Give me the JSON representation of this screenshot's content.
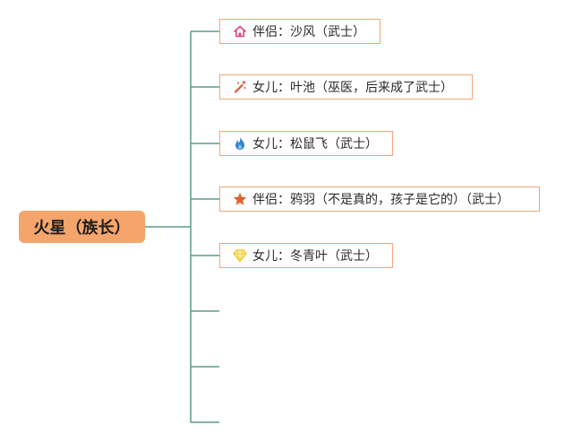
{
  "root": {
    "label": "火星（族长）"
  },
  "children": [
    {
      "label": "伴侣：沙风（武士）",
      "icon": "house-icon",
      "icon_color": "#e0457b"
    },
    {
      "label": "女儿：叶池（巫医，后来成了武士）",
      "icon": "magic-wand-icon",
      "icon_color": "#e0553a"
    },
    {
      "label": "女儿：松鼠飞（武士）",
      "icon": "flame-icon",
      "icon_color": "#2f86d6"
    },
    {
      "label": "伴侣：鸦羽（不是真的，孩子是它的）（武士）",
      "icon": "star-icon",
      "icon_color": "#e2622e"
    },
    {
      "label": "女儿：冬青叶（武士）",
      "icon": "diamond-icon",
      "icon_color": "#f2c624"
    },
    {
      "label": ""
    },
    {
      "label": ""
    },
    {
      "label": ""
    }
  ],
  "colors": {
    "root_fill": "#f5a56b",
    "node_border": "#f2a57a",
    "connector": "#5c9c8c"
  }
}
